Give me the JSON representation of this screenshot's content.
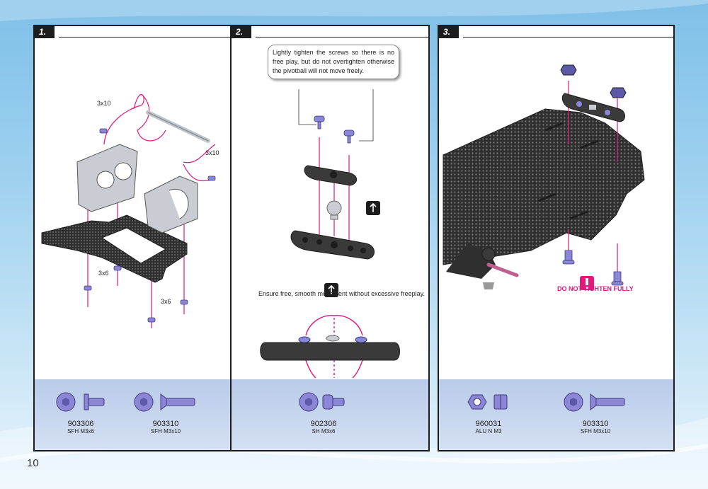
{
  "page_number": "10",
  "steps": [
    {
      "label": "1.",
      "dimension_labels": [
        "3x10",
        "3x10",
        "3x6",
        "3x6"
      ],
      "hardware": [
        {
          "part": "903306",
          "desc": "SFH M3x6"
        },
        {
          "part": "903310",
          "desc": "SFH M3x10"
        }
      ]
    },
    {
      "label": "2.",
      "callout": "Lightly tighten the screws so there is no free play, but do not overtighten otherwise the pivotball will not move freely.",
      "note": "Ensure free, smooth movement without excessive freeplay.",
      "hardware": [
        {
          "part": "902306",
          "desc": "SH M3x6"
        }
      ]
    },
    {
      "label": "3.",
      "warning": "DO NOT TIGHTEN FULLY",
      "hardware": [
        {
          "part": "960031",
          "desc": "ALU N M3"
        },
        {
          "part": "903310",
          "desc": "SFH M3x10"
        }
      ]
    }
  ],
  "colors": {
    "accent": "#e2187d",
    "hardware_blue": "#8b87d6",
    "carbon": "#3a3a3a",
    "aluminium": "#c9ccd2"
  }
}
